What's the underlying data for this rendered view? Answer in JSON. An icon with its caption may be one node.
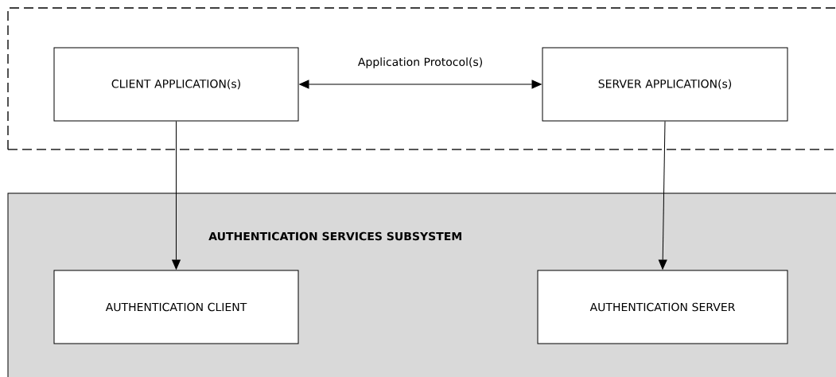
{
  "diagram": {
    "nodes": [
      {
        "text": [],
        "shape": "box"
      },
      {
        "text": [
          "CLIENT  APPLICATION(s)"
        ],
        "in": 0
      },
      {
        "text": [
          "SERVER APPLICATION(s)"
        ],
        "in": 0
      },
      {
        "text": [
          "AUTHENTICATION SERVICES SUBSYSTEM"
        ]
      },
      {
        "text": [
          "AUTHENTICATION CLIENT"
        ],
        "in": 3
      },
      {
        "text": [
          "AUTHENTICATION SERVER"
        ],
        "in": 3
      }
    ],
    "edges": [
      {
        "from": 1,
        "to": 2,
        "arrow": "both",
        "label": "Application Protocol(s)"
      },
      {
        "from": 1,
        "to": 4,
        "arrow": "to"
      },
      {
        "from": 2,
        "to": 5,
        "arrow": "to"
      }
    ]
  }
}
